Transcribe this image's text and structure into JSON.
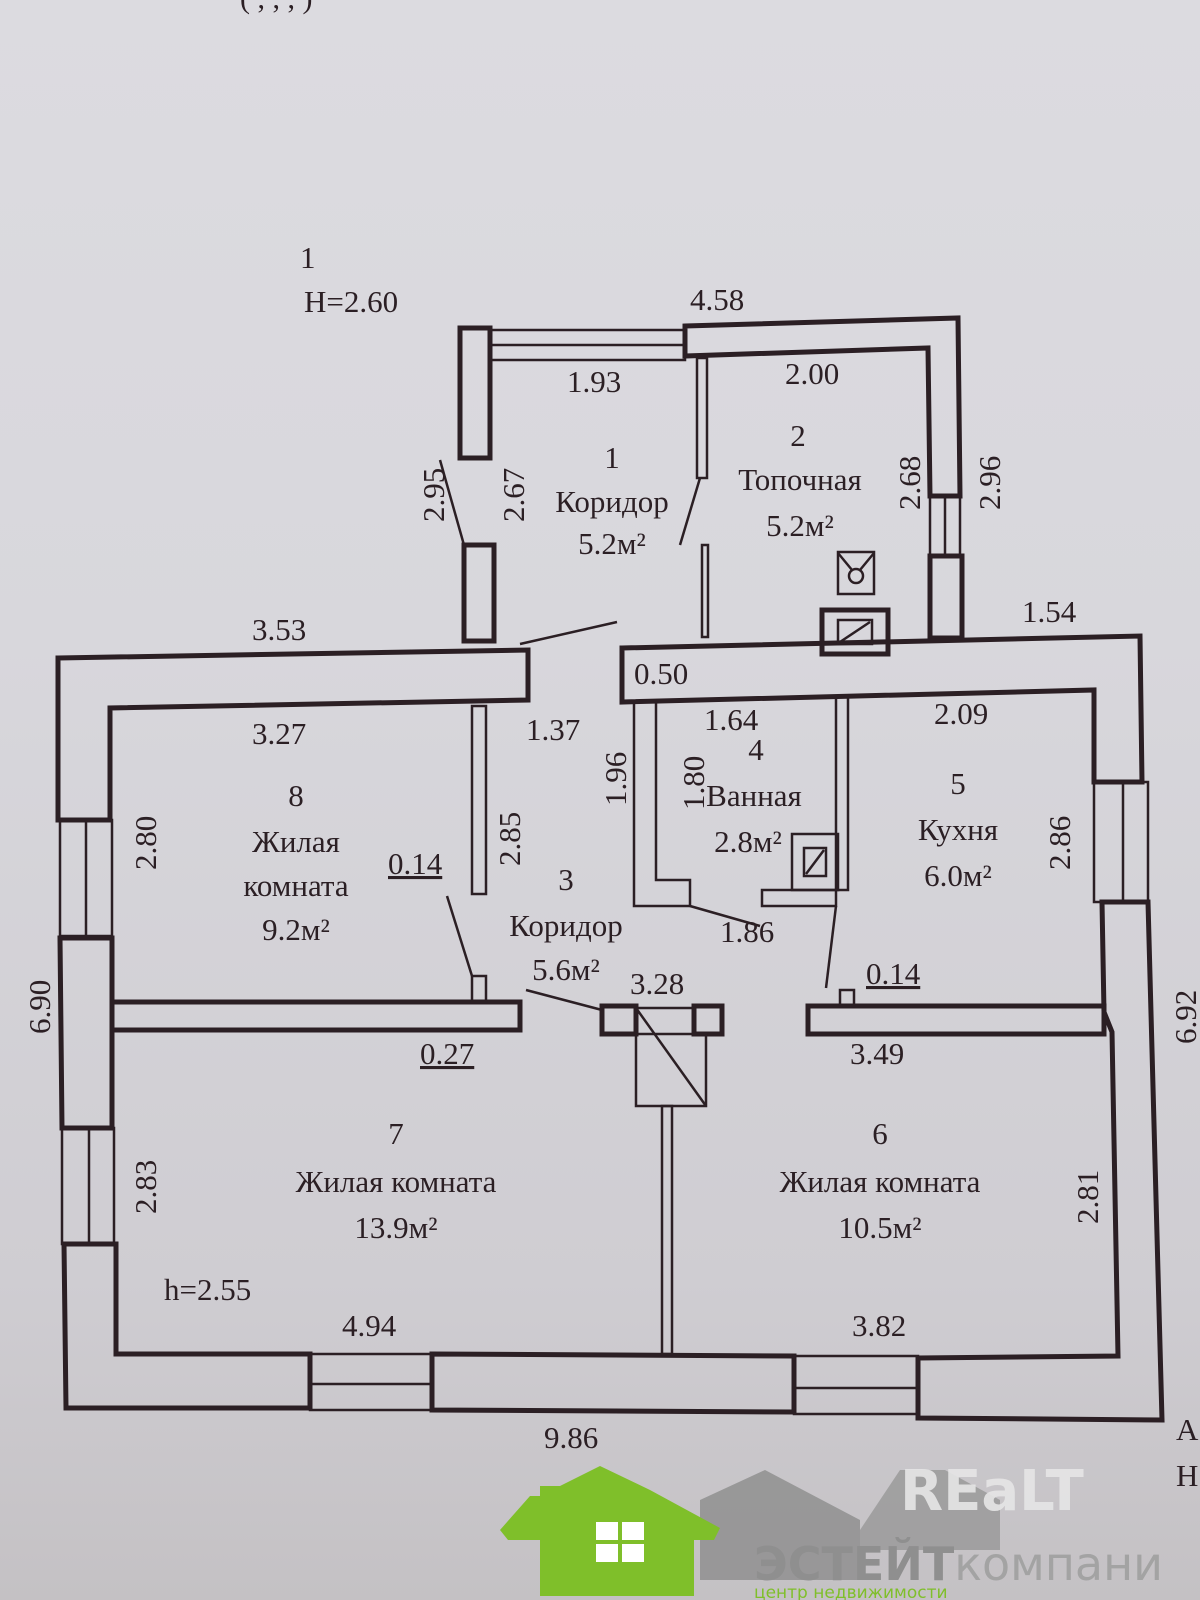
{
  "plan": {
    "top_cut_text": "(        ,    ,     ,   )",
    "floor_number": "1",
    "ceiling_height": "H=2.60",
    "room_height_note": "h=2.55",
    "corner_letters": [
      "А",
      "Н"
    ]
  },
  "rooms": [
    {
      "number": "1",
      "name": "Коридор",
      "area": "5.2м²"
    },
    {
      "number": "2",
      "name": "Топочная",
      "area": "5.2м²"
    },
    {
      "number": "3",
      "name": "Коридор",
      "area": "5.6м²"
    },
    {
      "number": "4",
      "name": "Ванная",
      "area": "2.8м²"
    },
    {
      "number": "5",
      "name": "Кухня",
      "area": "6.0м²"
    },
    {
      "number": "6",
      "name": "Жилая комната",
      "area": "10.5м²"
    },
    {
      "number": "7",
      "name": "Жилая комната",
      "area": "13.9м²"
    },
    {
      "number": "8",
      "name_line1": "Жилая",
      "name_line2": "комната",
      "area": "9.2м²"
    }
  ],
  "dimensions": {
    "top_overall": "4.58",
    "r1_width": "1.93",
    "r2_width": "2.00",
    "r1_left_outer": "2.95",
    "r1_left_inner": "2.67",
    "r2_right_inner": "2.68",
    "r2_right_outer": "2.96",
    "left_wing_top": "3.53",
    "right_wing_top": "1.54",
    "wall_050": "0.50",
    "r8_width": "3.27",
    "r3_opening": "1.37",
    "r4_width": "1.64",
    "r5_width": "2.09",
    "r8_height": "2.80",
    "r8_partition": "0.14",
    "r3_left_height": "2.85",
    "r4_outer_height": "1.96",
    "r4_inner_height": "1.80",
    "r4_bottom": "1.86",
    "r5_height": "2.86",
    "r5_partition": "0.14",
    "r3_width": "3.28",
    "r7_partition": "0.27",
    "r6_width_top": "3.49",
    "left_overall": "6.90",
    "right_overall": "6.92",
    "r7_height": "2.83",
    "r6_height": "2.81",
    "r7_width": "4.94",
    "r6_width_bottom": "3.82",
    "bottom_overall": "9.86"
  },
  "logo": {
    "brand": "REaLT",
    "company_bold": "ЭСТЕЙТ",
    "company_rest": "компани",
    "tagline": "центр недвижимости",
    "green": "#7fbf2a",
    "gray": "#8f8f8f"
  }
}
